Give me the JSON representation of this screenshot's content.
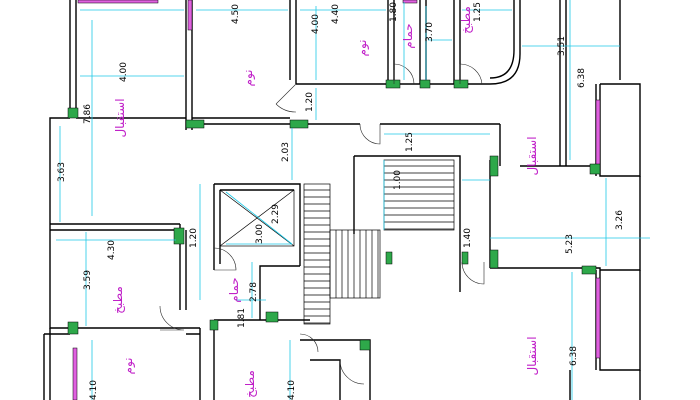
{
  "rooms": {
    "reception_top_left": "استقبال",
    "reception_right_upper": "استقبال",
    "reception_right_lower": "استقبال",
    "bedroom_top": "نوم",
    "bedroom_top_mid": "نوم",
    "bedroom_bottom_left": "نوم",
    "bath_top_1": "حمام",
    "bath_top_2": "مطبخ",
    "kitchen_left": "مطبخ",
    "bath_mid": "حمام",
    "kitchen_bottom": "مطبخ"
  },
  "dimensions": {
    "d_450": "4.50",
    "d_440": "4.40",
    "d_400_top": "4.00",
    "d_180_top": "1.80",
    "d_370": "3.70",
    "d_125_top": "1.25",
    "d_351": "3.51",
    "d_638_top": "6.38",
    "d_400_left": "4.00",
    "d_786": "7.86",
    "d_363": "3.63",
    "d_120_mid": "1.20",
    "d_125_mid": "1.25",
    "d_203": "2.03",
    "d_100": "1.00",
    "d_326": "3.26",
    "d_229": "2.29",
    "d_300": "3.00",
    "d_120_lift": "1.20",
    "d_140": "1.40",
    "d_523": "5.23",
    "d_430": "4.30",
    "d_359": "3.59",
    "d_278": "2.78",
    "d_181": "1.81",
    "d_638_bottom": "6.38",
    "d_410_left": "4.10",
    "d_410_mid": "4.10"
  }
}
